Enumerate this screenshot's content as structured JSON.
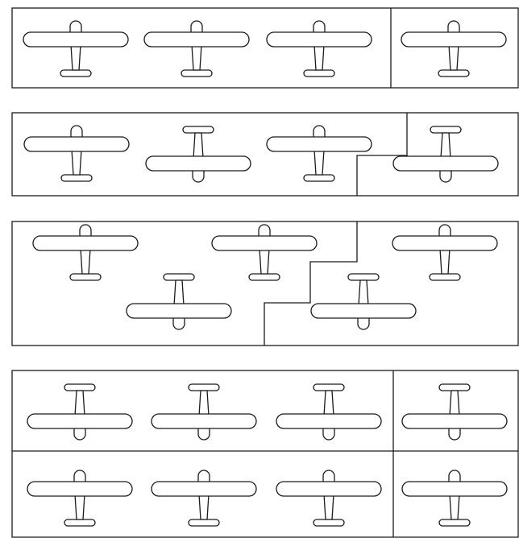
{
  "title": "",
  "colors": {
    "stroke": "#1a1a1a",
    "background": "#ffffff"
  },
  "icon": "airplane-top-view-icon",
  "panels": [
    {
      "name": "row-1",
      "planes": [
        "nose-up",
        "nose-up",
        "nose-up",
        "nose-up"
      ]
    },
    {
      "name": "row-2",
      "planes": [
        "nose-up",
        "nose-down",
        "nose-up",
        "nose-down"
      ]
    },
    {
      "name": "row-3",
      "planes": [
        "nose-up",
        "nose-down",
        "nose-up",
        "nose-down",
        "nose-up"
      ]
    },
    {
      "name": "row-4",
      "planes": [
        "nose-down",
        "nose-down",
        "nose-down",
        "nose-down",
        "nose-up",
        "nose-up",
        "nose-up",
        "nose-up"
      ]
    }
  ]
}
